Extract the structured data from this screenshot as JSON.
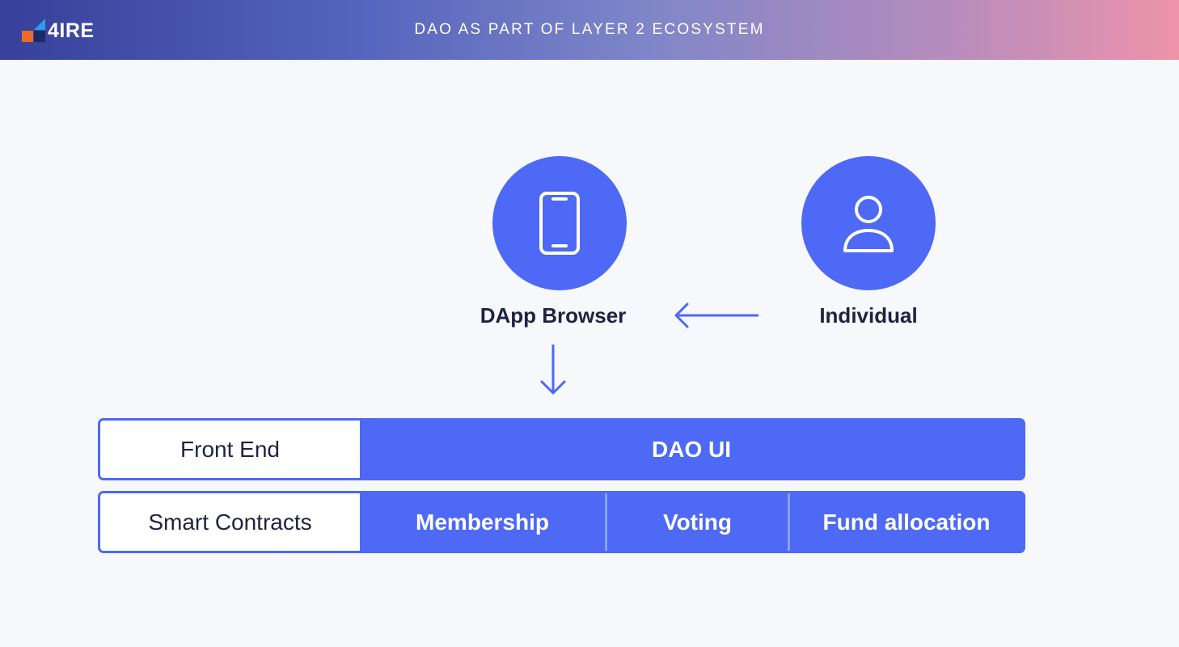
{
  "header": {
    "logo_text": "4IRE",
    "title": "DAO AS PART OF LAYER 2 ECOSYSTEM",
    "logo_colors": [
      "#2f9bef",
      "#f06a27",
      "#1b2a66"
    ]
  },
  "nodes": {
    "dapp_browser": {
      "label": "DApp Browser",
      "icon": "smartphone-icon"
    },
    "individual": {
      "label": "Individual",
      "icon": "user-icon"
    }
  },
  "edges": [
    {
      "from": "Individual",
      "to": "DApp Browser",
      "icon": "arrow-left-icon"
    },
    {
      "from": "DApp Browser",
      "to": "Front End",
      "icon": "arrow-down-icon"
    }
  ],
  "layers": {
    "front_end": {
      "label": "Front End",
      "cells": [
        "DAO UI"
      ]
    },
    "smart_contracts": {
      "label": "Smart Contracts",
      "cells": [
        "Membership",
        "Voting",
        "Fund allocation"
      ]
    }
  },
  "colors": {
    "accent": "#4d69f5",
    "text_dark": "#1f2340",
    "background": "#f6f8fb"
  }
}
